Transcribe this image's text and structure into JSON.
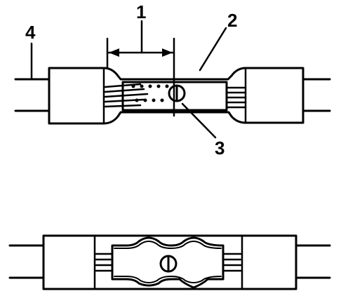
{
  "callouts": [
    {
      "id": "1",
      "label": "1"
    },
    {
      "id": "2",
      "label": "2"
    },
    {
      "id": "3",
      "label": "3"
    },
    {
      "id": "4",
      "label": "4"
    }
  ],
  "colors": {
    "line": "#000000",
    "background": "#ffffff"
  },
  "views": [
    "splice-before-crimp",
    "splice-after-crimp"
  ]
}
